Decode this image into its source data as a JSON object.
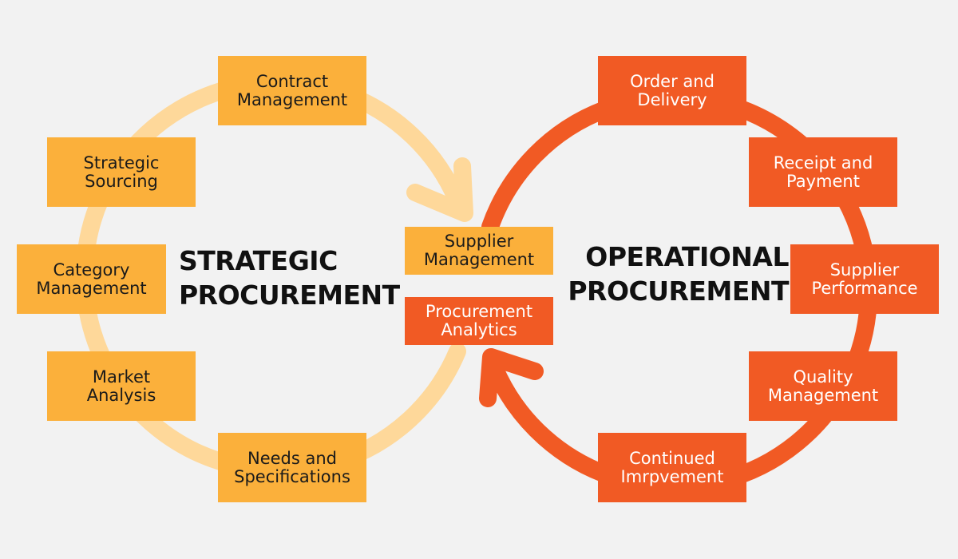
{
  "colors": {
    "background": "#f2f2f2",
    "strategic_ring": "#fed89a",
    "strategic_box": "#fbb03b",
    "operational_ring": "#f15a24",
    "operational_box": "#f15a24"
  },
  "strategic": {
    "title": "STRATEGIC\nPROCUREMENT",
    "items": [
      "Contract\nManagement",
      "Strategic\nSourcing",
      "Category\nManagement",
      "Market\nAnalysis",
      "Needs and\nSpecifications",
      "Supplier\nManagement"
    ]
  },
  "operational": {
    "title": "OPERATIONAL\nPROCUREMENT",
    "items": [
      "Order and\nDelivery",
      "Receipt and\nPayment",
      "Supplier\nPerformance",
      "Quality\nManagement",
      "Continued\nImrpvement",
      "Procurement\nAnalytics"
    ]
  }
}
